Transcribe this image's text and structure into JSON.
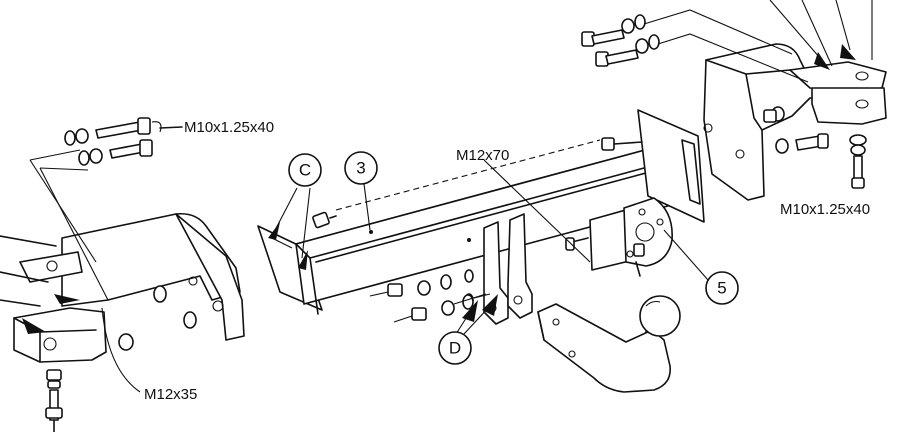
{
  "labels": {
    "bolt_left_top": "M10x1.25x40",
    "bolt_right": "M10x1.25x40",
    "bolt_center": "M12x70",
    "bolt_left_bottom": "M12x35"
  },
  "callouts": {
    "c": "C",
    "three": "3",
    "five": "5",
    "d": "D"
  }
}
